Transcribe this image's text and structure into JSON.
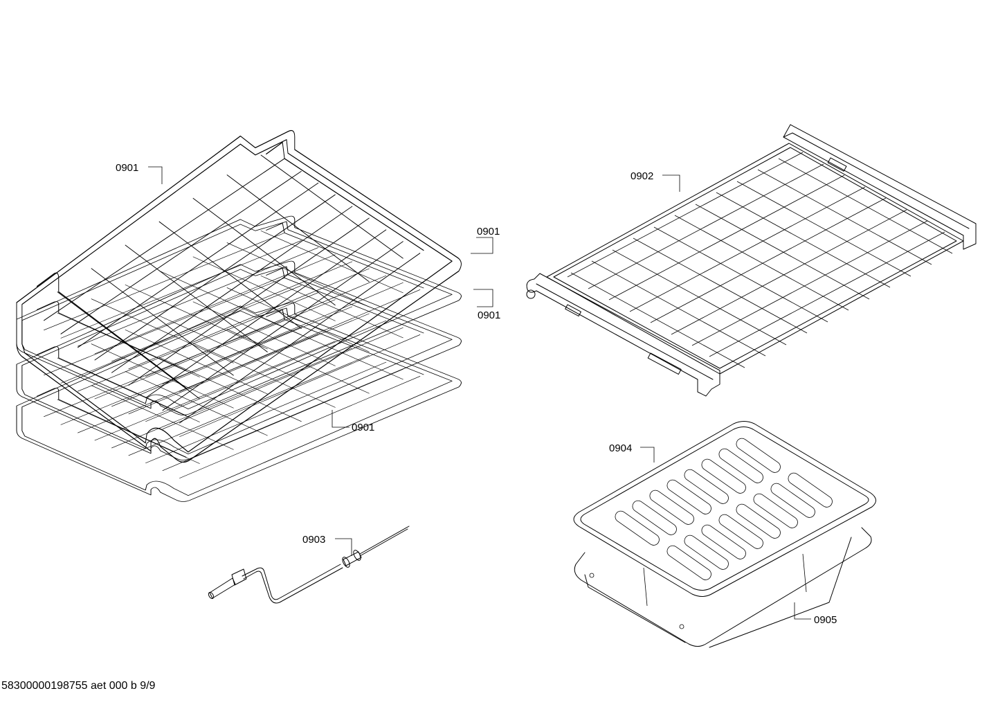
{
  "labels": {
    "rack_a": "0901",
    "rack_b": "0901",
    "rack_c": "0901",
    "rack_d": "0901",
    "telescopic_rack": "0902",
    "meat_probe": "0903",
    "broil_grid": "0904",
    "broil_pan": "0905"
  },
  "footer": "58300000198755 aet 000 b 9/9"
}
